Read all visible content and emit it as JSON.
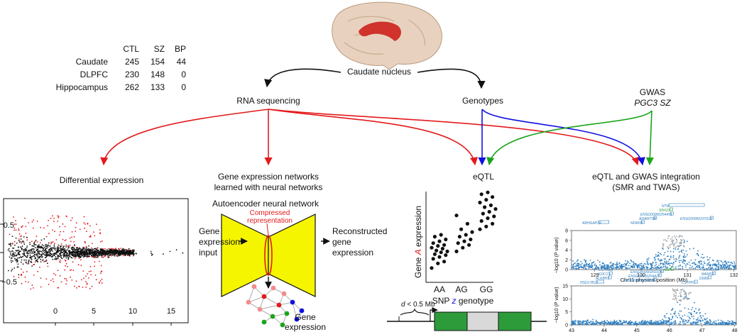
{
  "sample_table": {
    "columns": [
      "CTL",
      "SZ",
      "BP"
    ],
    "rows": [
      {
        "region": "Caudate",
        "values": [
          "245",
          "154",
          "44"
        ]
      },
      {
        "region": "DLPFC",
        "values": [
          "230",
          "148",
          "0"
        ]
      },
      {
        "region": "Hippocampus",
        "values": [
          "262",
          "133",
          "0"
        ]
      }
    ]
  },
  "top": {
    "title": "Caudate nucleus",
    "rna": "RNA sequencing",
    "genotypes": "Genotypes",
    "gwas": "GWAS",
    "gwas_sub": "PGC3 SZ"
  },
  "outputs": {
    "de": "Differential expression",
    "networks_1": "Gene expression networks",
    "networks_2": "learned with neural networks",
    "eqtl": "eQTL",
    "integration_1": "eQTL and GWAS integration",
    "integration_2": "(SMR and TWAS)"
  },
  "autoencoder": {
    "title": "Autoencoder neural network",
    "compressed_1": "Compressed",
    "compressed_2": "representation",
    "input_1": "Gene",
    "input_2": "expression",
    "input_3": "input",
    "recon_1": "Reconstructed",
    "recon_2": "gene",
    "recon_3": "expression",
    "net_1": "Gene",
    "net_2": "expression"
  },
  "eqtl_plot": {
    "ylabel_pre": "Gene",
    "ylabel_var": "A",
    "ylabel_post": "expression",
    "xlabel_pre": "SNP",
    "xlabel_var": "z",
    "xlabel_post": "genotype",
    "categories": [
      "AA",
      "AG",
      "GG"
    ],
    "distance_d": "d",
    "distance_rest": "< 0.5 Mb"
  },
  "ma_plot": {
    "x_ticks": [
      "0",
      "5",
      "10",
      "15"
    ],
    "y_ticks": [
      "0.5",
      "0",
      "−0.5"
    ]
  },
  "locus1": {
    "genes": [
      "ARHGAP32",
      "NFRKB",
      "ADAMTS8",
      "ENSG00000254451",
      "ENSG00000237612",
      "SNX19",
      "NTM"
    ],
    "y_ticks": [
      "8",
      "6",
      "4",
      "2",
      "0"
    ],
    "x_ticks": [
      "129",
      "130",
      "131",
      "132"
    ],
    "xlabel": "Chr11 physical position (Mb)",
    "ylabel": "−log10 (P value)"
  },
  "locus2": {
    "genes": [
      "ESTX2",
      "KDC1S",
      "ALKBH3",
      "HSD17B12",
      "ENSG00000260108",
      "ENSG00000254427",
      "ENSG00000254864",
      "NDR",
      "MAMS2",
      "DDB2",
      "CSTPP1",
      "ATRICH"
    ],
    "y_ticks": [
      "15",
      "10",
      "5",
      "0"
    ],
    "x_ticks": [
      "43",
      "44",
      "45",
      "46",
      "47",
      "48"
    ],
    "ylabel": "−log10 (P value)"
  },
  "colors": {
    "red": "#e31a1c",
    "blue": "#1010e0",
    "green": "#1aa51a",
    "yellow": "#f5f500",
    "locus_blue": "#2f7fbf",
    "gene_green": "#2a9a3a",
    "box_green": "#2e9b3a",
    "box_grey": "#d9d9d9"
  }
}
